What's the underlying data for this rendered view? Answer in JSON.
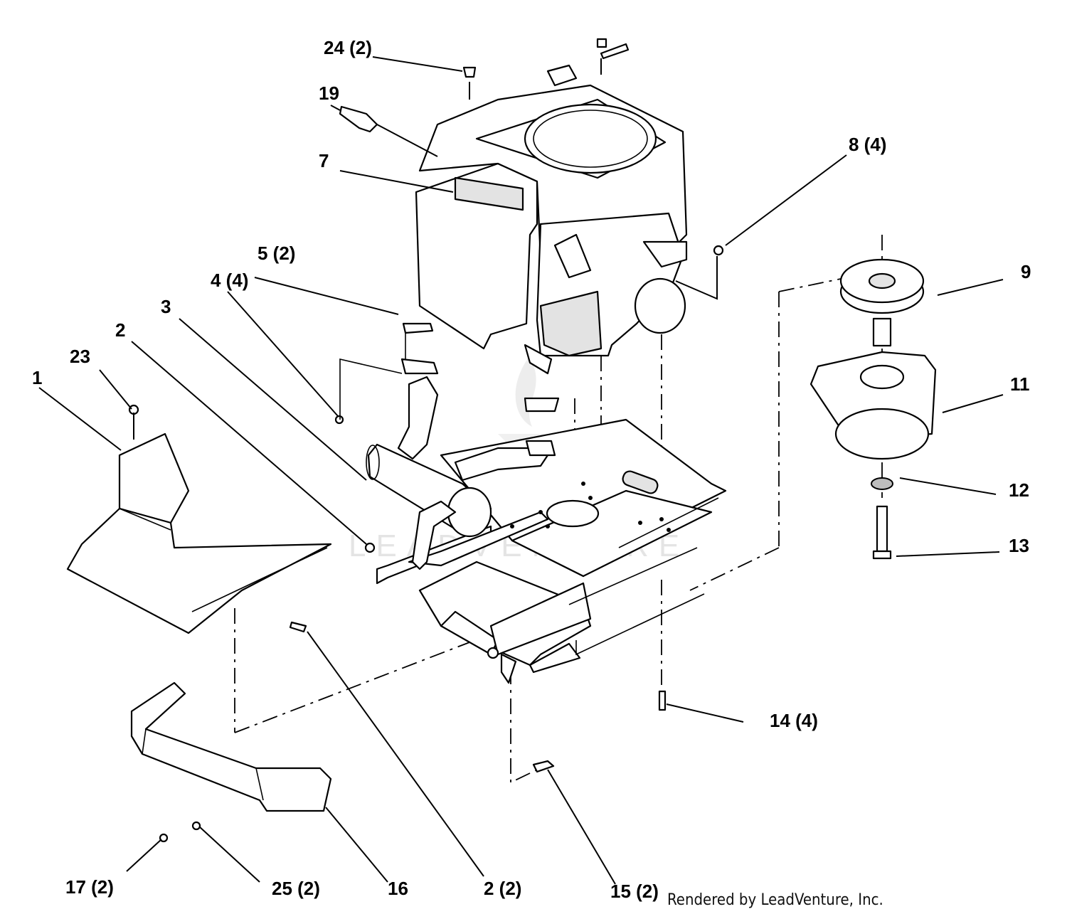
{
  "callouts": {
    "c1": "1",
    "c2": "2",
    "c2b": "2 (2)",
    "c3": "3",
    "c4": "4 (4)",
    "c5": "5 (2)",
    "c7": "7",
    "c8": "8 (4)",
    "c9": "9",
    "c11": "11",
    "c12": "12",
    "c13": "13",
    "c14": "14 (4)",
    "c15": "15 (2)",
    "c16": "16",
    "c17": "17 (2)",
    "c19": "19",
    "c23": "23",
    "c24": "24 (2)",
    "c25": "25 (2)"
  },
  "watermark": "LEADVENTURE",
  "credit": "Rendered by LeadVenture, Inc."
}
